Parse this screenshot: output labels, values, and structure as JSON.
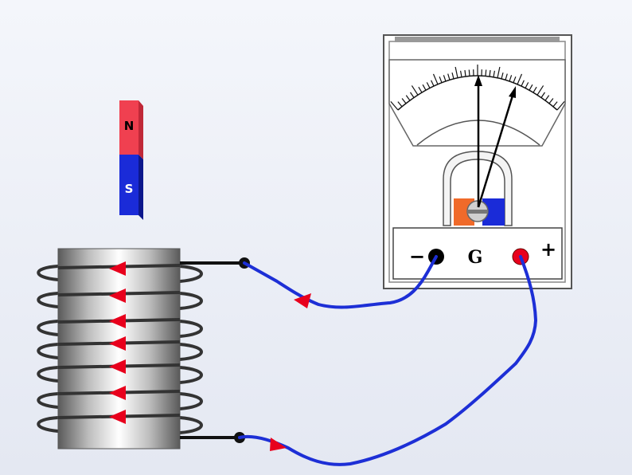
{
  "magnet": {
    "north_label": "N",
    "south_label": "S",
    "north_color": "#f04050",
    "south_color": "#1a2bd8"
  },
  "galvanometer": {
    "label": "G",
    "negative_label": "−",
    "positive_label": "+",
    "negative_terminal_color": "#000000",
    "positive_terminal_color": "#e8001c"
  },
  "wire_color": "#1d2fd6",
  "arrow_color": "#e8001c"
}
